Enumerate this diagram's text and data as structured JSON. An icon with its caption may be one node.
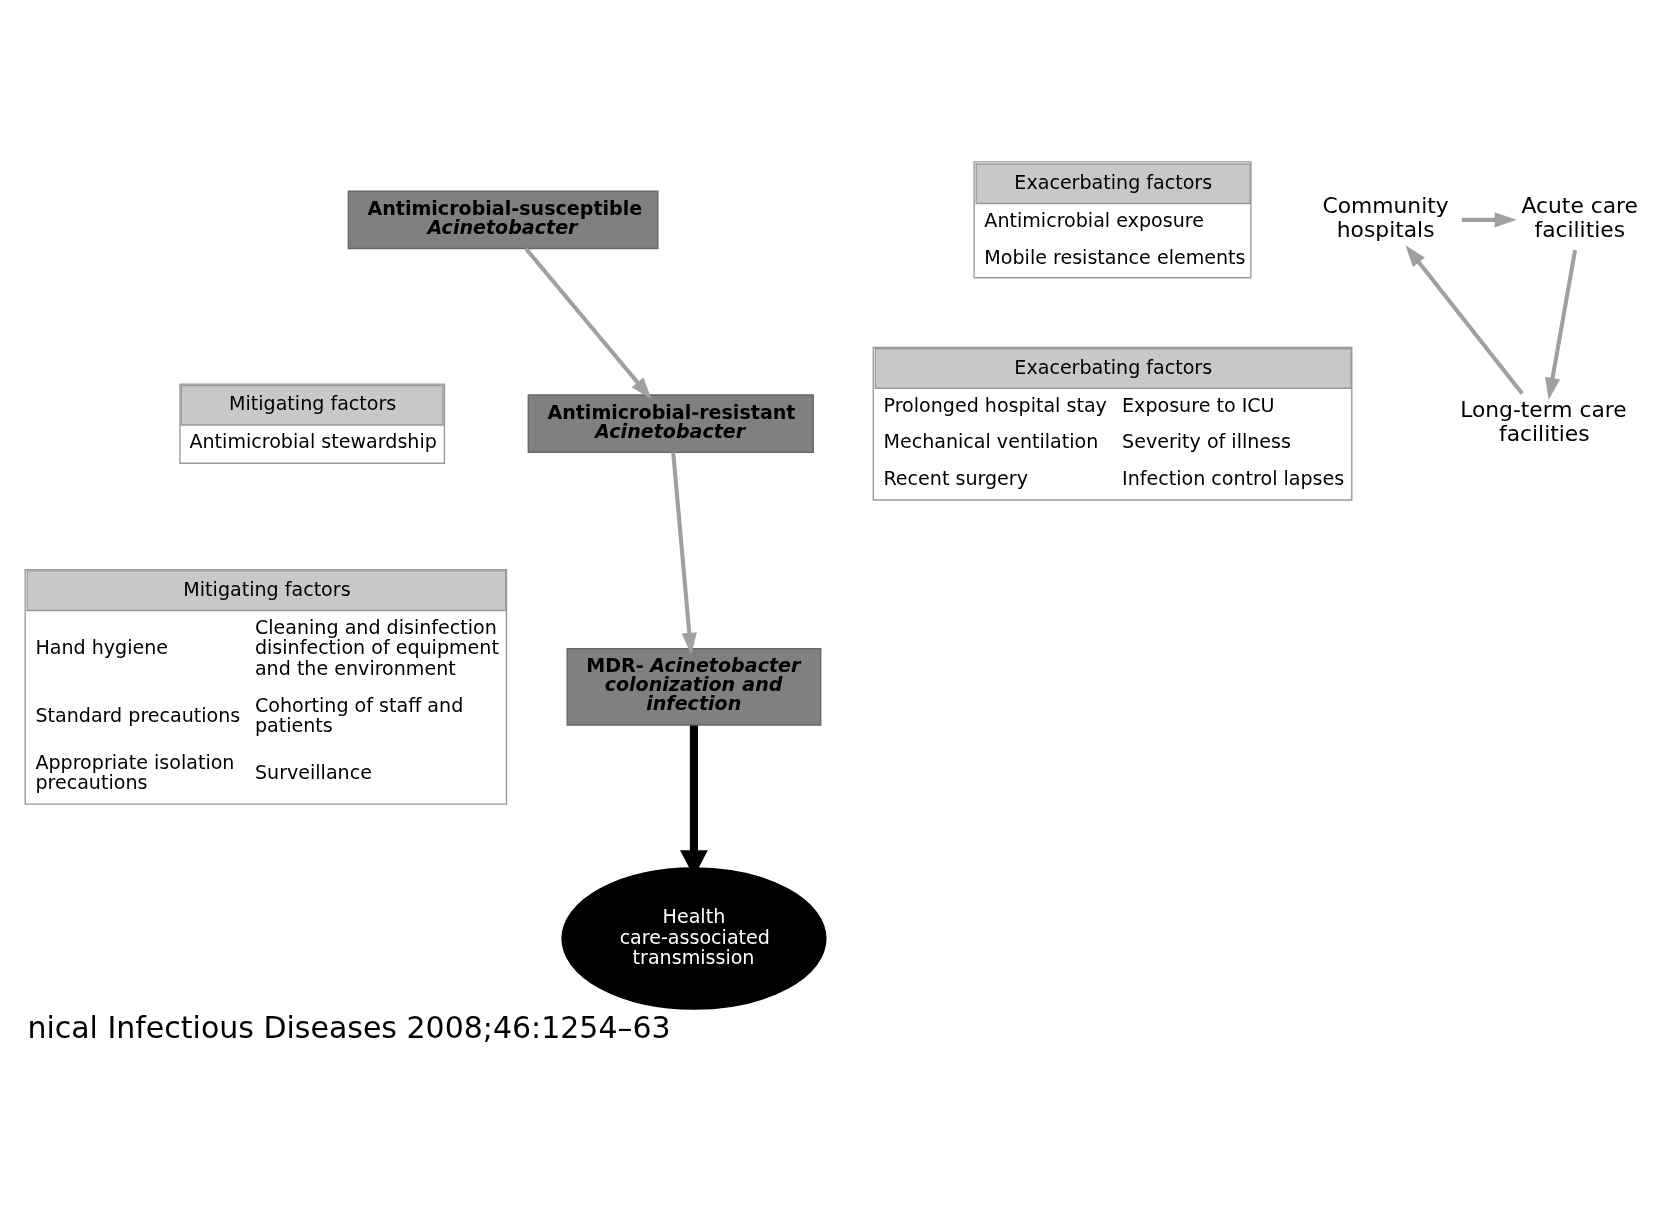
{
  "diagram": {
    "caption": "nical Infectious Diseases 2008;46:1254–63",
    "nodes": [
      {
        "text": [
          "Antimicrobial-susceptible *Acinetobacter*"
        ]
      },
      {
        "text": [
          "Exacerbating factors",
          "Antimicrobial exposure",
          "Mobile resistance elements"
        ]
      },
      {
        "text": [
          "Mitigating factors",
          "Antimicrobial stewardship"
        ]
      },
      {
        "text": [
          "Antimicrobial-resistant *Acinetobacter*"
        ]
      },
      {
        "text": [
          "Exacerbating factors",
          "Prolonged hospital stay",
          "Exposure to ICU",
          "Mechanical ventilation",
          "Severity of illness",
          "Recent surgery",
          "Infection control lapses"
        ]
      },
      {
        "text": [
          "Mitigating factors",
          "Hand hygiene",
          "Cleaning and disinfection disinfection of equipment and the environment",
          "Standard precautions",
          "Cohorting of staff and patients",
          "Appropriate isolation precautions",
          "Surveillance"
        ]
      },
      {
        "text": [
          "MDR- *Acinetobacter colonization and infection*"
        ]
      },
      {
        "text": [
          "Health care-associated transmission"
        ]
      },
      {
        "text": [
          "Acute care facilities"
        ]
      },
      {
        "text": [
          "Long-term care facilities"
        ]
      },
      {
        "text": [
          "Community hospitals"
        ]
      }
    ],
    "edges": [
      {
        "from": 0,
        "to": 3,
        "arrow": "to"
      },
      {
        "from": 3,
        "to": 6,
        "arrow": "to"
      },
      {
        "from": 6,
        "to": 7,
        "arrow": "to",
        "style": "thick",
        "color": "#000000"
      },
      {
        "from": 10,
        "to": 8,
        "arrow": "to"
      },
      {
        "from": 8,
        "to": 9,
        "arrow": "to"
      },
      {
        "from": 9,
        "to": 10,
        "arrow": "to"
      }
    ]
  }
}
